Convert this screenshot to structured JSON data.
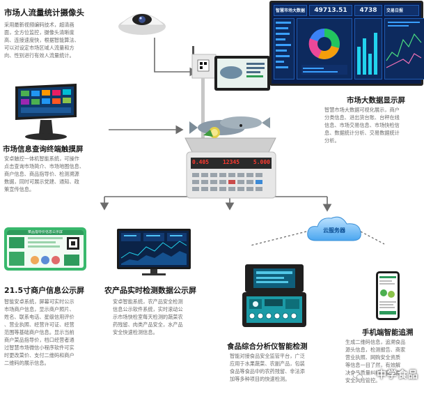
{
  "camera_block": {
    "title": "市场人流量统计摄像头",
    "desc": [
      "采用最新视频编码技术，超清画",
      "面，全方位监控，摄像头清晰度",
      "高、连接速度快，根据智能算法、",
      "可以对设定市场区域人流量和方",
      "向、性别进行有效人流量统计。"
    ]
  },
  "kiosk_block": {
    "title": "市场信息查询终端触摸屏",
    "desc": [
      "安卓触控一体机智能系统，可操作",
      "点击查询市场简介、市场地图信息、",
      "商户信息、商品指导价、检测溯源",
      "数据，同时可展示党建、通知、政",
      "策宣传信息。"
    ]
  },
  "bigdata_block": {
    "title": "市场大数据显示屏",
    "desc": [
      "智慧市场大数据可视化展示，商户",
      "分类信息、进出货台账、台秤在线",
      "信息、市场交易信息、市场快检信",
      "息、数据统计分析、交易数据统计",
      "分析。"
    ]
  },
  "merchant_block": {
    "title": "21.5寸商户信息公示屏",
    "desc": [
      "智能安卓系统，屏幕可实时公示",
      "市场商户信息，显示商户照片、",
      "姓名、联系电话、星级信用评价",
      "、营业执照、经营许可证、经营",
      "范围等基础商户信息。显示当前",
      "商户菜品指导价，档口经营者通",
      "过智慧市场微信小程序软件可实",
      "时更改菜价、支付二维码和商户",
      "二维码的展示信息。"
    ]
  },
  "produce_block": {
    "title": "农产品实时检测数据公示屏",
    "desc": [
      "安卓智能系统，农产品安全检测",
      "信息公示软件系统，实时滚动公",
      "示市场快检室每天检测的蔬菜农",
      "药残留、肉类产品安全，水产品",
      "安全快速检测信息。"
    ]
  },
  "analyzer_block": {
    "title": "食品综合分析仪智能检测",
    "desc": [
      "智能对接食品安全监管平台，广泛",
      "应用于水果蔬菜、农副产品，包装",
      "食品等食品中的农药残留、非法添",
      "加等多种项目的快速检测。"
    ]
  },
  "mobile_block": {
    "title": "手机端智能追溯",
    "desc": [
      "生成二维码信息，追溯食品",
      "源头信息，检测报告、商家",
      "营业执照、网购安全资质",
      "等信息一目了然，有效解",
      "决食品质量纠纷，实现食品",
      "安全风险管控。"
    ]
  },
  "scale_display": {
    "price": "0.405",
    "total": "12345",
    "weight": "5.000"
  },
  "bigscreen_display": {
    "logo": "智慧市场大数据",
    "stat1": "49713.51",
    "stat2": "4738",
    "panel_right": "交易日报"
  },
  "cloud_label": "云服务器",
  "merchant_screen": {
    "header": "菜品指导价信息公示屏"
  },
  "watermark": "中学食品"
}
